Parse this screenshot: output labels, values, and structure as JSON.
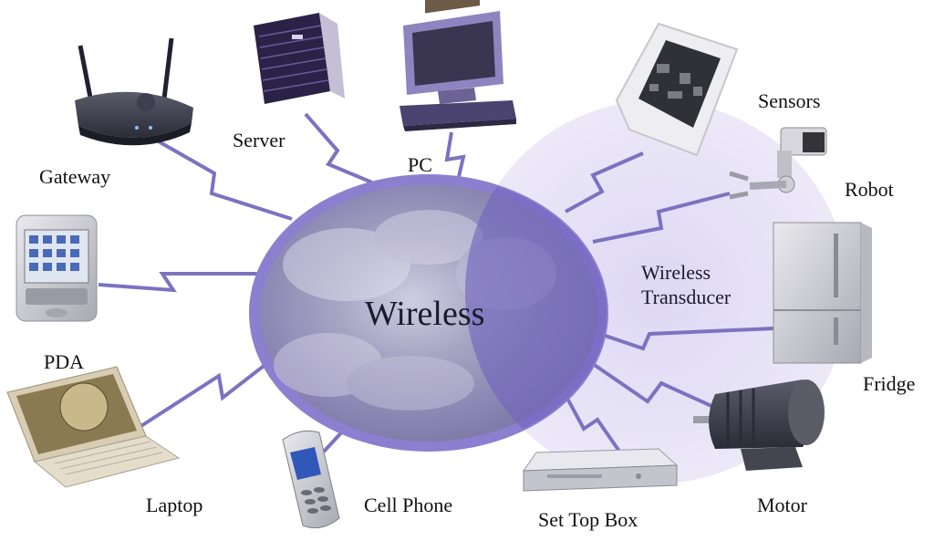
{
  "center_label": "Wireless",
  "transducer": {
    "line1": "Wireless",
    "line2": "Transducer"
  },
  "devices": {
    "gateway": "Gateway",
    "server": "Server",
    "pc": "PC",
    "sensors": "Sensors",
    "robot": "Robot",
    "pda": "PDA",
    "fridge": "Fridge",
    "laptop": "Laptop",
    "cell_phone": "Cell Phone",
    "set_top_box": "Set Top Box",
    "motor": "Motor"
  },
  "colors": {
    "link": "#7b73c0",
    "cloud_ring": "#8c7fcf",
    "cloud_fill": "#a9a6c4",
    "transducer_area": "#e6e2f6"
  }
}
